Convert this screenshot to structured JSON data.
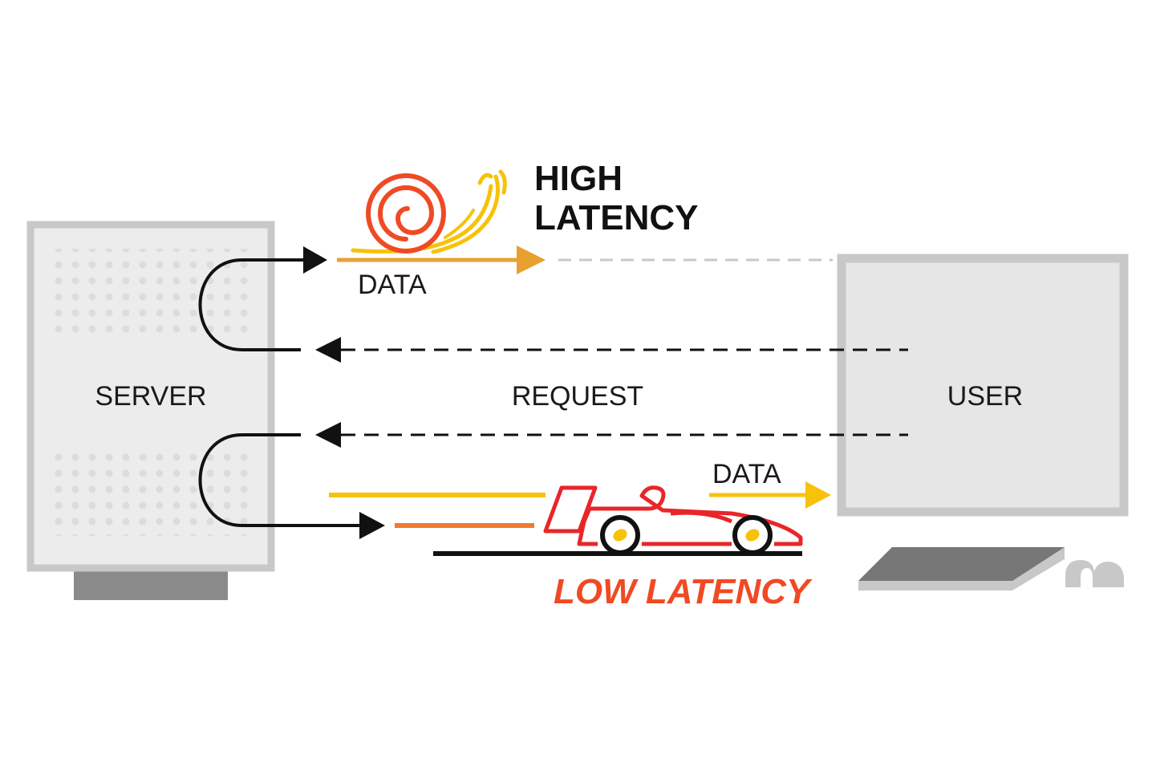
{
  "labels": {
    "server": "SERVER",
    "user": "USER",
    "request": "REQUEST",
    "data_top": "DATA",
    "data_bottom": "DATA",
    "high_latency_line1": "HIGH",
    "high_latency_line2": "LATENCY",
    "low_latency": "LOW LATENCY"
  },
  "icons": {
    "server": "server-tower-icon",
    "monitor": "monitor-icon",
    "keyboard": "keyboard-icon",
    "mouse": "mouse-icon",
    "snail": "snail-icon",
    "race_car": "race-car-icon"
  },
  "colors": {
    "low_latency": "#f04a24",
    "high_latency": "#111111",
    "slow_arrow": "#e8a032",
    "fast_arrow": "#f7c20a",
    "car": "#e8262a",
    "device_frame": "#c8c8c8",
    "device_fill": "#ececec"
  }
}
